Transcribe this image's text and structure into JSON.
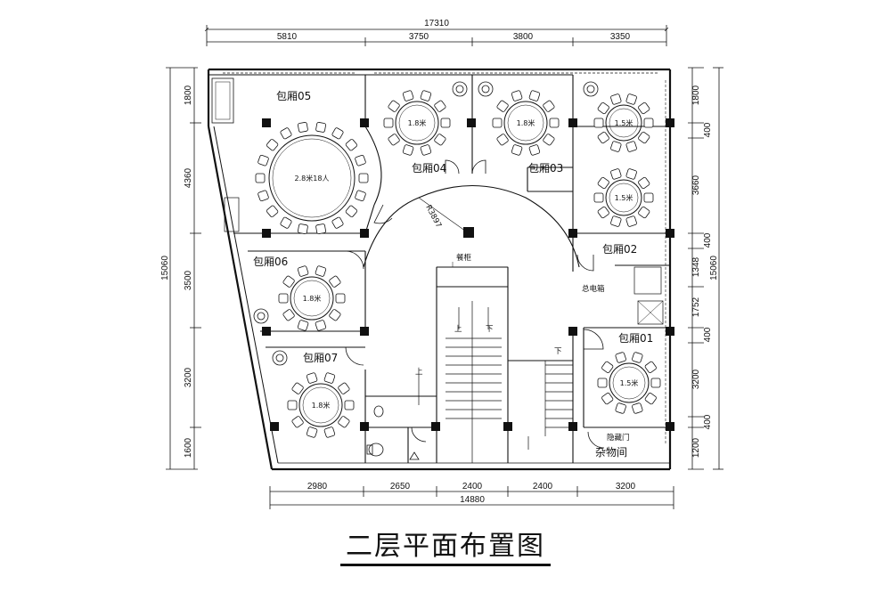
{
  "title": "二层平面布置图",
  "dimensions": {
    "top_total": "17310",
    "top": [
      "5810",
      "3750",
      "3800",
      "3350"
    ],
    "bottom_total": "14880",
    "bottom": [
      "2980",
      "2650",
      "2400",
      "2400",
      "3200"
    ],
    "left_total": "15060",
    "left": [
      "1800",
      "4360",
      "3500",
      "3200",
      "1600"
    ],
    "right_total": "15060",
    "right": [
      "1800",
      "400",
      "3660",
      "400",
      "1348",
      "1752",
      "400",
      "3200",
      "400",
      "1200"
    ]
  },
  "rooms": {
    "r05": "包厢05",
    "r04": "包厢04",
    "r03": "包厢03",
    "r02": "包厢02",
    "r06": "包厢06",
    "r07": "包厢07",
    "r01": "包厢01",
    "storage": "杂物间"
  },
  "labels": {
    "cabinet": "餐柜",
    "panel": "总电箱",
    "hidden_door": "隐藏门",
    "arc_dim": "R3897",
    "up": "上",
    "down": "下"
  },
  "tables": {
    "r05": "2.8米18人",
    "r04": "1.8米",
    "r03": "1.8米",
    "r01a": "1.5米",
    "r02": "1.5米",
    "r06": "1.8米",
    "r07": "1.8米",
    "r01": "1.5米"
  },
  "colors": {
    "line": "#111111",
    "background": "#ffffff"
  }
}
